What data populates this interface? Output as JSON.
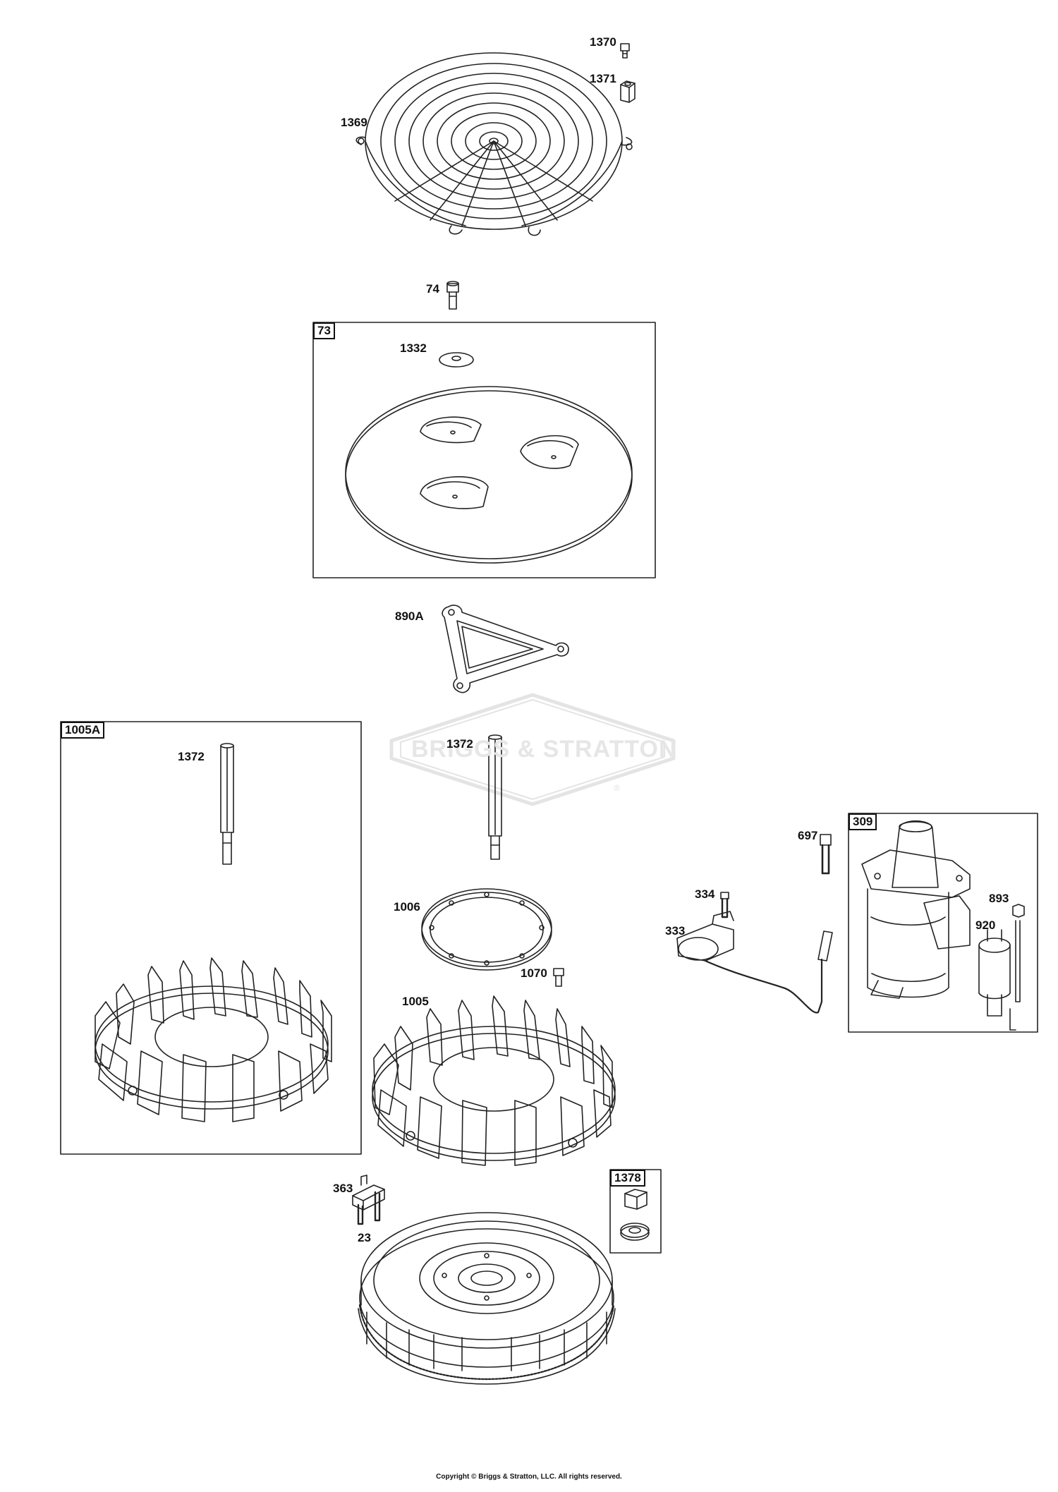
{
  "watermark": {
    "brand": "BRIGGS & STRATTON",
    "reg": "®"
  },
  "callouts": {
    "p1370": "1370",
    "p1371": "1371",
    "p1369": "1369",
    "p74": "74",
    "p1332": "1332",
    "p890A": "890A",
    "p1372_left": "1372",
    "p1372_center": "1372",
    "p697": "697",
    "p334": "334",
    "p333": "333",
    "p893": "893",
    "p920": "920",
    "p1006": "1006",
    "p1070": "1070",
    "p1005": "1005",
    "p363": "363",
    "p23": "23"
  },
  "boxes": {
    "b73": "73",
    "b1005A": "1005A",
    "b309": "309",
    "b1378": "1378"
  },
  "footer": {
    "copyright": "Copyright © Briggs & Stratton, LLC. All rights reserved."
  }
}
